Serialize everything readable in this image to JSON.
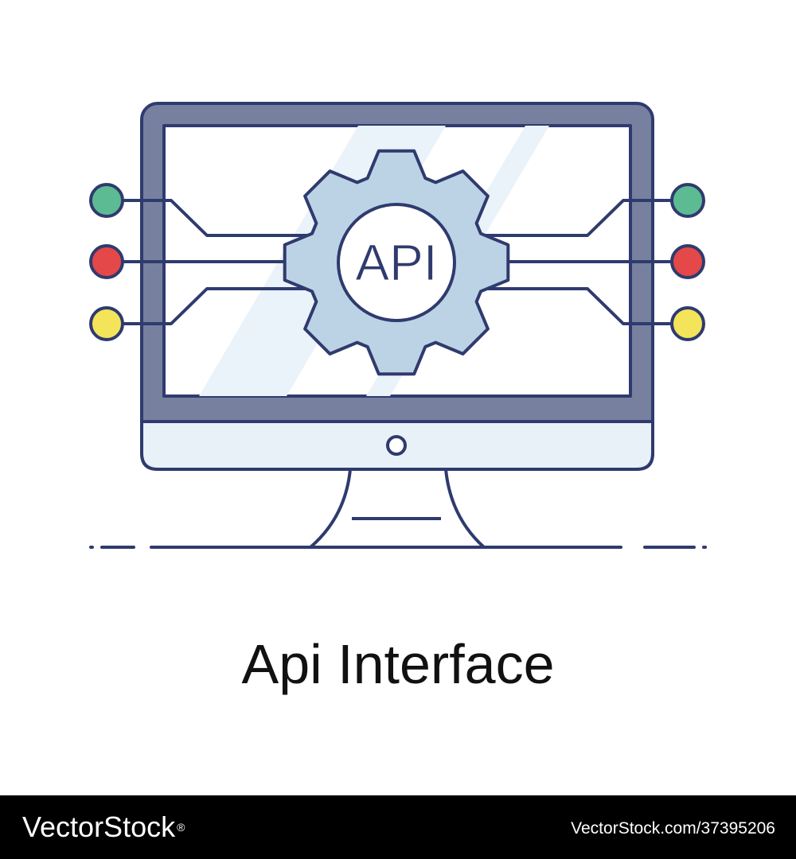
{
  "illustration": {
    "gear_label": "API",
    "colors": {
      "outline": "#2f3b6e",
      "bezel": "#77809f",
      "screen": "#ffffff",
      "chin": "#e9f1f8",
      "gear": "#bcd3e6",
      "green": "#5dbb93",
      "red": "#e54848",
      "yellow": "#f4e45a"
    },
    "icons": [
      "monitor-icon",
      "gear-icon",
      "network-node-icon"
    ]
  },
  "caption": "Api Interface",
  "watermark": {
    "logo": "VectorStock",
    "logo_mark": "®",
    "image_id": "VectorStock.com/37395206"
  }
}
